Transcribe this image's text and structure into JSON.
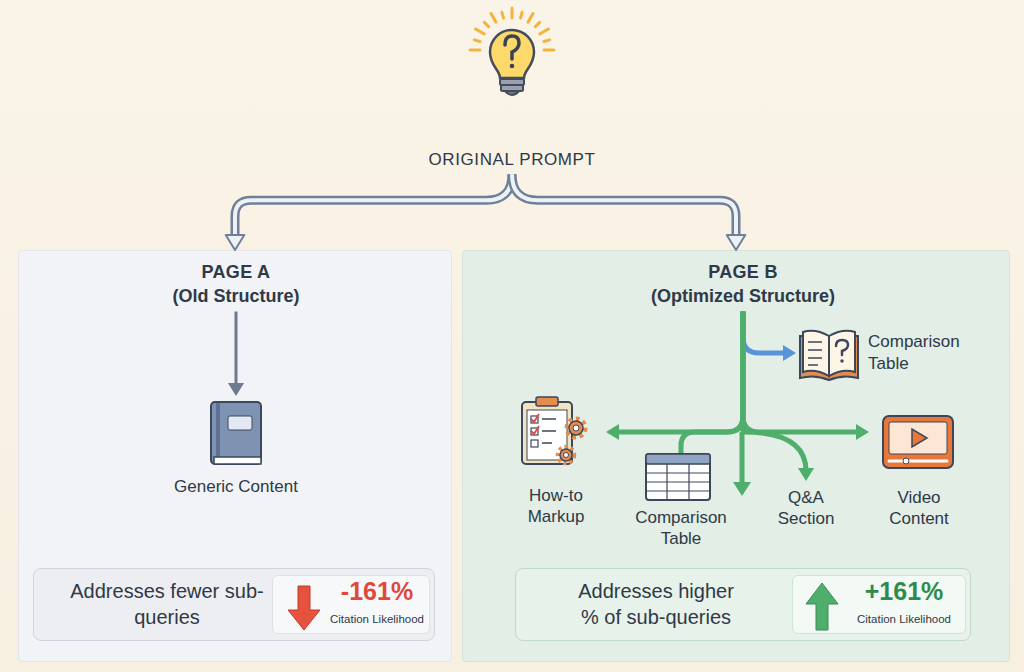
{
  "diagram": {
    "nodes": [
      {
        "text": [
          "ORIGINAL PROMPT"
        ]
      },
      {
        "text": [
          "PAGE A",
          "(Old Structure)"
        ]
      },
      {
        "text": [
          "Generic Content"
        ],
        "in": 1
      },
      {
        "text": [
          "Addresses fewer sub-queries",
          "-161%",
          "Citation Likelihood"
        ],
        "in": 1
      },
      {
        "text": [
          "PAGE B",
          "(Optimized Structure)"
        ]
      },
      {
        "text": [
          "Comparison Table"
        ],
        "in": 4
      },
      {
        "text": [
          "How-to Markup"
        ],
        "in": 4
      },
      {
        "text": [
          "Comparison Table"
        ],
        "in": 4
      },
      {
        "text": [
          "Q&A Section"
        ],
        "in": 4
      },
      {
        "text": [
          "Video Content"
        ],
        "in": 4
      },
      {
        "text": [
          "Addresses higher % of sub-queries",
          "+161%",
          "Citation Likelihood"
        ],
        "in": 4
      }
    ],
    "edges": [
      {
        "from": 0,
        "to": 1,
        "arrow": "to"
      },
      {
        "from": 0,
        "to": 4,
        "arrow": "to"
      },
      {
        "from": 1,
        "to": 2,
        "arrow": "to"
      },
      {
        "from": 4,
        "to": 5,
        "arrow": "to"
      },
      {
        "from": 4,
        "to": 6,
        "arrow": "to"
      },
      {
        "from": 4,
        "to": 7,
        "arrow": "none"
      },
      {
        "from": 4,
        "to": 8,
        "arrow": "to"
      },
      {
        "from": 4,
        "to": 9,
        "arrow": "to"
      }
    ]
  }
}
